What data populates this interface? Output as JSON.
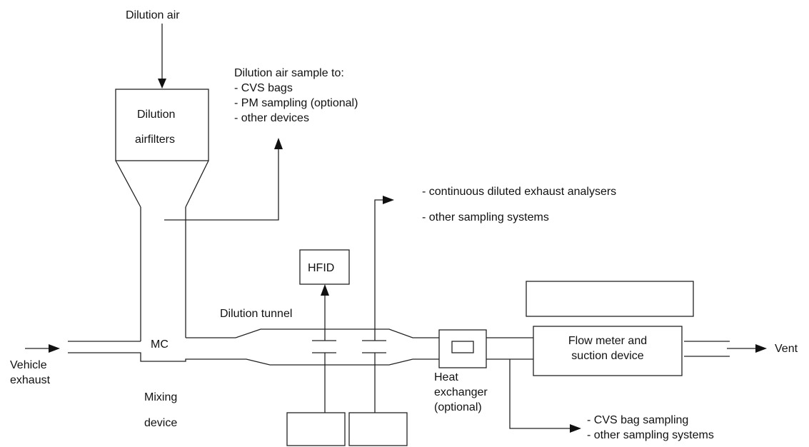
{
  "labels": {
    "dilution_air": "Dilution air",
    "dilution_air_sample": [
      "Dilution air sample to:",
      "- CVS bags",
      "- PM sampling (optional)",
      "- other devices"
    ],
    "dilution_airfilters": [
      "Dilution",
      "airfilters"
    ],
    "continuous_analysers": "- continuous diluted exhaust analysers",
    "other_sampling_top": "- other sampling systems",
    "hfid": "HFID",
    "dilution_tunnel": "Dilution tunnel",
    "mc": "MC",
    "vehicle_exhaust": [
      "Vehicle",
      "exhaust"
    ],
    "mixing_device": [
      "Mixing",
      "device"
    ],
    "heat_exchanger": [
      "Heat",
      "exchanger",
      "(optional)"
    ],
    "flow_meter": [
      "Flow meter and",
      "suction device"
    ],
    "vent": "Vent",
    "bag_sampling": [
      "- CVS bag sampling",
      "- other sampling systems"
    ]
  }
}
